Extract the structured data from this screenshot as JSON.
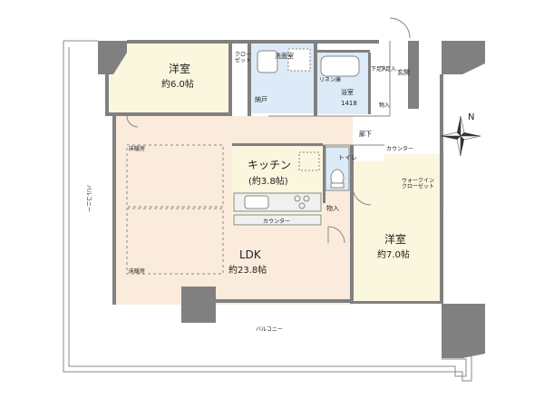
{
  "colors": {
    "ldk_floor": "#FBEBDC",
    "room_floor": "#FBF6DE",
    "wet_floor": "#DCEBF7",
    "wall": "#808080",
    "outline": "#888888"
  },
  "rooms": {
    "western_room_1": {
      "name": "洋室",
      "size": "約6.0帖"
    },
    "closet": {
      "name": "クロー\nゼット"
    },
    "washroom": {
      "name": "洗面室"
    },
    "linen": {
      "name": "リネン庫"
    },
    "bathroom": {
      "name": "浴室",
      "size": "1418"
    },
    "storage_nando": {
      "name": "納戸"
    },
    "shoe_closet": {
      "name": "下足入"
    },
    "shoe_closet_2": {
      "name": "下足入"
    },
    "storage_mono": {
      "name": "物入"
    },
    "entrance": {
      "name": "玄関"
    },
    "hallway": {
      "name": "廊下"
    },
    "kitchen": {
      "name": "キッチン",
      "size": "(約3.8帖)"
    },
    "toilet": {
      "name": "トイレ"
    },
    "storage_kitchen": {
      "name": "物入"
    },
    "counter_kitchen": {
      "name": "カウンター"
    },
    "counter_hall": {
      "name": "カウンター"
    },
    "walkin": {
      "name": "ウォークイン\nクローゼット"
    },
    "western_room_2": {
      "name": "洋室",
      "size": "約7.0帖"
    },
    "ldk": {
      "name": "LDK",
      "size": "約23.8帖"
    },
    "floor_heating_1": {
      "name": "床暖房"
    },
    "floor_heating_2": {
      "name": "床暖房"
    },
    "balcony_left": {
      "name": "バルコニー"
    },
    "balcony_bottom": {
      "name": "バルコニー"
    }
  },
  "compass": {
    "label": "N"
  }
}
